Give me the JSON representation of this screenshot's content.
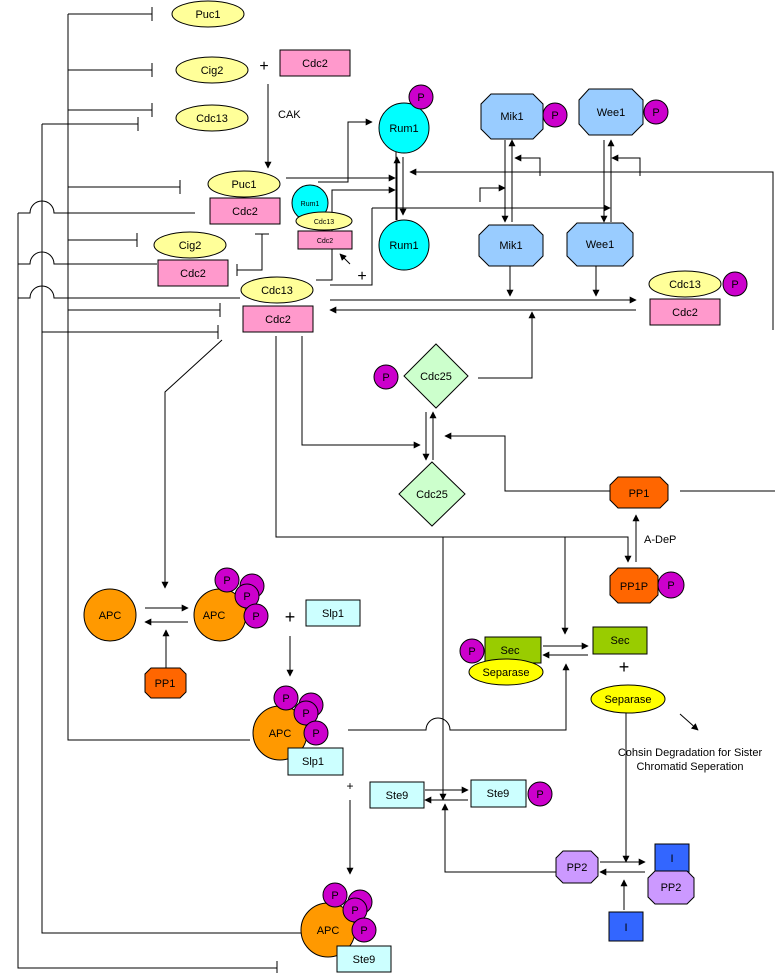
{
  "colors": {
    "yellow": "#ffff99",
    "yellow_strong": "#ffff00",
    "pink": "#ff99cc",
    "cyan": "#00ffff",
    "blue_node": "#99ccff",
    "green_node": "#ccffcc",
    "orange": "#ff9900",
    "orange_pp1": "#ff6600",
    "magenta": "#cc00cc",
    "light_cyan": "#ccffff",
    "olive_green": "#99cc00",
    "lavender": "#cc99ff",
    "royal_blue": "#3366ff"
  },
  "labels": {
    "puc1": "Puc1",
    "cig2": "Cig2",
    "cdc2": "Cdc2",
    "cdc13": "Cdc13",
    "cak": "CAK",
    "rum1": "Rum1",
    "mik1": "Mik1",
    "wee1": "Wee1",
    "cdc25": "Cdc25",
    "p": "P",
    "pp1": "PP1",
    "pp1p": "PP1P",
    "a_dep": "A-DeP",
    "apc": "APC",
    "slp1": "Slp1",
    "sec": "Sec",
    "separase": "Separase",
    "ste9": "Ste9",
    "pp2": "PP2",
    "i": "I",
    "plus": "+",
    "cohesin_line1": "Cohsin Degradation for Sister",
    "cohesin_line2": "Chromatid Seperation"
  }
}
